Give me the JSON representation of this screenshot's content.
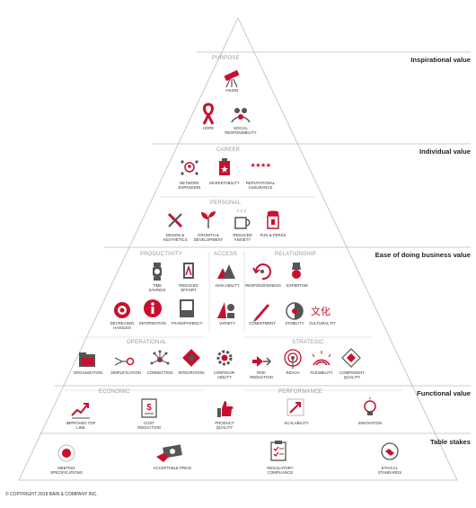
{
  "copyright": "© COPYRIGHT 2018 BAIN & COMPANY INC.",
  "colors": {
    "accent": "#c8102e",
    "dark": "#555555",
    "line": "#bbbbbb",
    "text": "#333333"
  },
  "tiers": {
    "inspirational": "Inspirational value",
    "individual": "Individual value",
    "ease": "Ease of doing business value",
    "functional": "Functional value",
    "table_stakes": "Table stakes"
  },
  "sections": {
    "purpose": "PURPOSE",
    "career": "CAREER",
    "personal": "PERSONAL",
    "productivity": "PRODUCTIVITY",
    "access": "ACCESS",
    "relationship": "RELATIONSHIP",
    "operational": "OPERATIONAL",
    "strategic": "STRATEGIC",
    "economic": "ECONOMIC",
    "performance": "PERFORMANCE"
  },
  "items": {
    "vision": "VISION",
    "hope": "HOPE",
    "social_responsibility": "SOCIAL RESPONSIBILITY",
    "network_expansion": "NETWORK EXPANSION",
    "marketability": "MARKETABILITY",
    "reputational_assurance": "REPUTATIONAL ASSURANCE",
    "design_aesthetics": "DESIGN & AESTHETICS",
    "growth_development": "GROWTH & DEVELOPMENT",
    "reduced_anxiety": "REDUCED ANXIETY",
    "fun_perks": "FUN & PERKS",
    "time_savings": "TIME SAVINGS",
    "reduced_effort": "REDUCED EFFORT",
    "decreased_hassles": "DECREASED HASSLES",
    "information": "INFORMATION",
    "transparency": "TRANSPARENCY",
    "availability": "AVAILABILITY",
    "variety": "VARIETY",
    "configurability": "CONFIGUR-ABILITY",
    "responsiveness": "RESPONSIVENESS",
    "expertise": "EXPERTISE",
    "commitment": "COMMITMENT",
    "stability": "STABILITY",
    "cultural_fit": "CULTURAL FIT",
    "organization": "ORGANIZATION",
    "simplification": "SIMPLIFICATION",
    "connection": "CONNECTION",
    "integration": "INTEGRATION",
    "risk_reduction": "RISK REDUCTION",
    "reach": "REACH",
    "flexibility": "FLEXIBILITY",
    "component_quality": "COMPONENT QUALITY",
    "improved_top_line": "IMPROVED TOP LINE",
    "cost_reduction": "COST REDUCTION",
    "product_quality": "PRODUCT QUALITY",
    "scalability": "SCALABILITY",
    "innovation": "INNOVATION",
    "meeting_specifications": "MEETING SPECIFICATIONS",
    "acceptable_price": "ACCEPTABLE PRICE",
    "regulatory_compliance": "REGULATORY COMPLIANCE",
    "ethical_standards": "ETHICAL STANDARDS"
  },
  "glyphs": {
    "reputation_stars": "★★★★",
    "anxiety_z": "z z z",
    "cultural_fit_chars": "文化"
  }
}
